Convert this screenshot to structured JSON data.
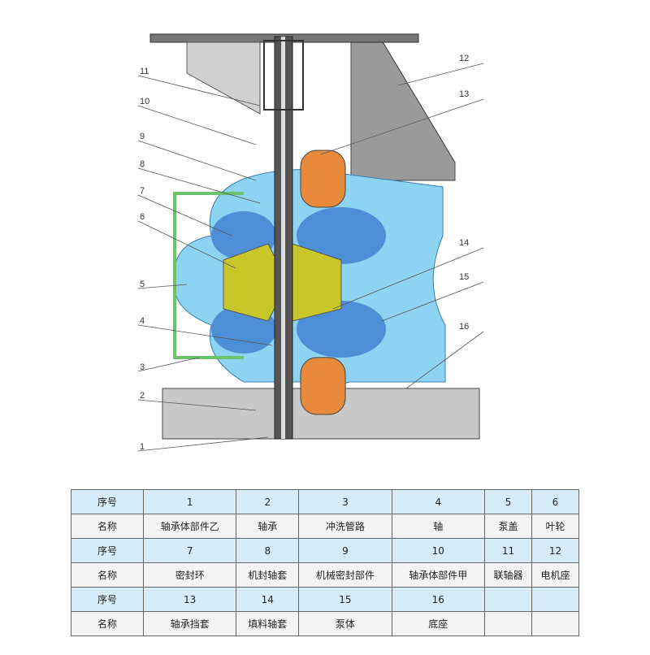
{
  "callouts": {
    "left": [
      "11",
      "10",
      "9",
      "8",
      "7",
      "6",
      "5",
      "4",
      "3",
      "2",
      "1"
    ],
    "right": [
      "12",
      "13",
      "14",
      "15",
      "16"
    ]
  },
  "table": {
    "no_header": "序号",
    "name_header": "名称",
    "rows": [
      {
        "nos": [
          "1",
          "2",
          "3",
          "4",
          "5",
          "6"
        ],
        "names": [
          "轴承体部件乙",
          "轴承",
          "冲洗管路",
          "轴",
          "泵盖",
          "叶轮"
        ]
      },
      {
        "nos": [
          "7",
          "8",
          "9",
          "10",
          "11",
          "12"
        ],
        "names": [
          "密封环",
          "机封轴套",
          "机械密封部件",
          "轴承体部件甲",
          "联轴器",
          "电机座"
        ]
      },
      {
        "nos": [
          "13",
          "14",
          "15",
          "16",
          "",
          ""
        ],
        "names": [
          "轴承挡套",
          "填料轴套",
          "泵体",
          "底座",
          "",
          ""
        ]
      }
    ]
  },
  "colors": {
    "casing": "#8fd3f2",
    "impeller": "#c9c62a",
    "motor_stand": "#a9a9a9",
    "orange": "#e88a3c",
    "header_row": "#d6ecf8"
  }
}
